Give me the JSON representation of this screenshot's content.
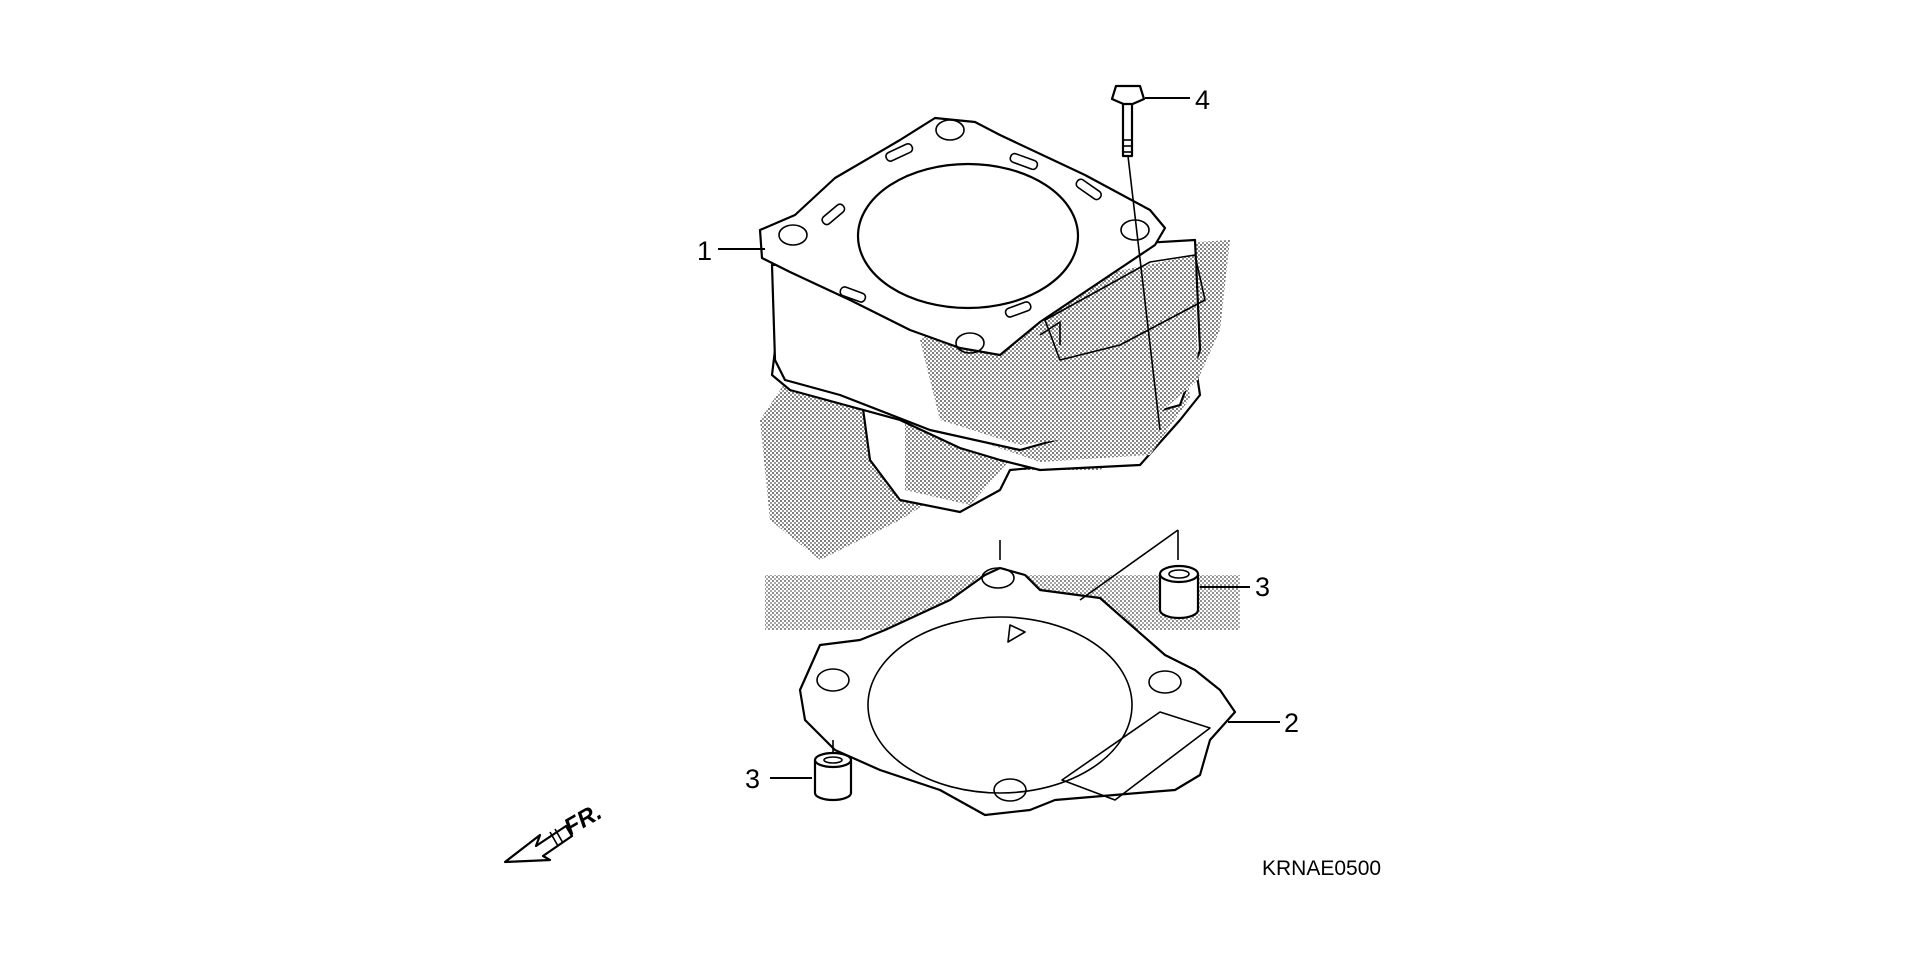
{
  "diagram": {
    "callouts": [
      {
        "id": "1",
        "label": "1"
      },
      {
        "id": "2",
        "label": "2"
      },
      {
        "id": "3a",
        "label": "3"
      },
      {
        "id": "3b",
        "label": "3"
      },
      {
        "id": "4",
        "label": "4"
      }
    ],
    "front_label": "FR.",
    "drawing_code": "KRNAE0500"
  }
}
